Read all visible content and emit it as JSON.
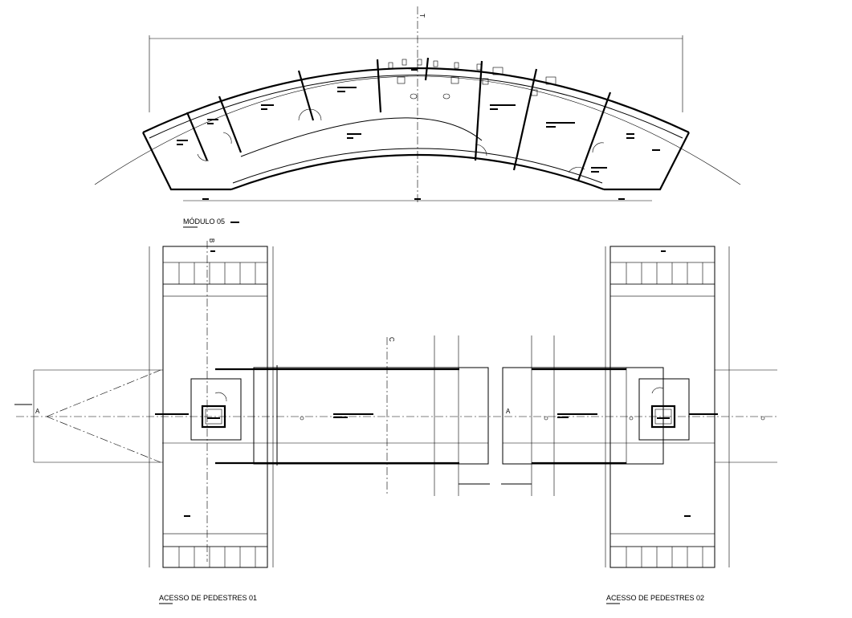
{
  "drawing": {
    "background": "#ffffff",
    "line_color": "#000000"
  },
  "module_plan": {
    "title": "MÓDULO 05",
    "axis_label": "T"
  },
  "access_01": {
    "title": "ACESSO DE PEDESTRES 01",
    "section_label_a": "A",
    "section_label_b": "B",
    "section_label_c": "C"
  },
  "access_02": {
    "title": "ACESSO DE PEDESTRES 02",
    "section_label_a": "A"
  }
}
